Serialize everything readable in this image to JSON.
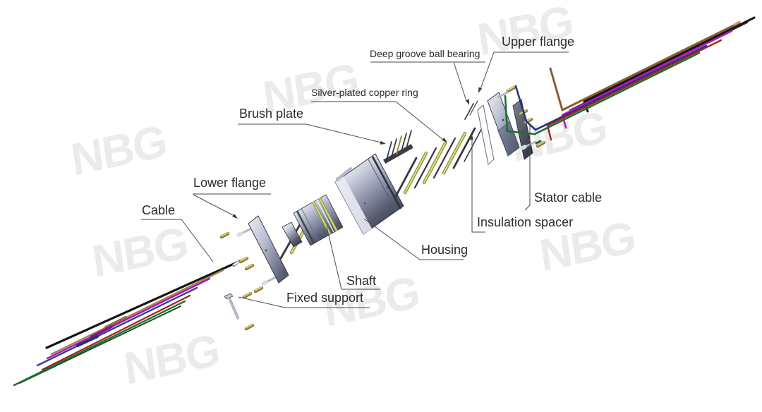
{
  "meta": {
    "type": "exploded-view-diagram",
    "subject": "Slip ring assembly exploded view",
    "background": "#ffffff"
  },
  "watermark": {
    "text": "NBG",
    "color": "#ebebeb"
  },
  "labels": [
    {
      "id": "deep-groove-ball-bearing",
      "text": "Deep groove ball bearing",
      "size": "small"
    },
    {
      "id": "upper-flange",
      "text": "Upper flange",
      "size": "large"
    },
    {
      "id": "silver-plated-copper-ring",
      "text": "Silver-plated copper ring",
      "size": "small"
    },
    {
      "id": "brush-plate",
      "text": "Brush plate",
      "size": "large"
    },
    {
      "id": "lower-flange",
      "text": "Lower flange",
      "size": "large"
    },
    {
      "id": "cable",
      "text": "Cable",
      "size": "large"
    },
    {
      "id": "stator-cable",
      "text": "Stator cable",
      "size": "large"
    },
    {
      "id": "insulation-spacer",
      "text": "Insulation spacer",
      "size": "large"
    },
    {
      "id": "housing",
      "text": "Housing",
      "size": "large"
    },
    {
      "id": "shaft",
      "text": "Shaft",
      "size": "large"
    },
    {
      "id": "fixed-support",
      "text": "Fixed support",
      "size": "large"
    }
  ],
  "colors": {
    "label_text": "#2b2b2b",
    "leader_line": "#4a4a4a",
    "copper_ring_yellow": "#d6da7a",
    "copper_ring_edge": "#8a8d3a",
    "spacer_dark": "#34363f",
    "metal_light": "#eef0f8",
    "metal_dark": "#3f4254",
    "gold_contact": "#9c8b3a",
    "wires_rotor": [
      "#141414",
      "#a7814e",
      "#ad18ad",
      "#2e3fa3",
      "#a32121",
      "#1d6e33",
      "#155025"
    ],
    "wires_stator": [
      "#8a5c33",
      "#17171a",
      "#2e3040",
      "#bb16bb",
      "#26337f",
      "#a32121",
      "#1d6e33"
    ]
  }
}
